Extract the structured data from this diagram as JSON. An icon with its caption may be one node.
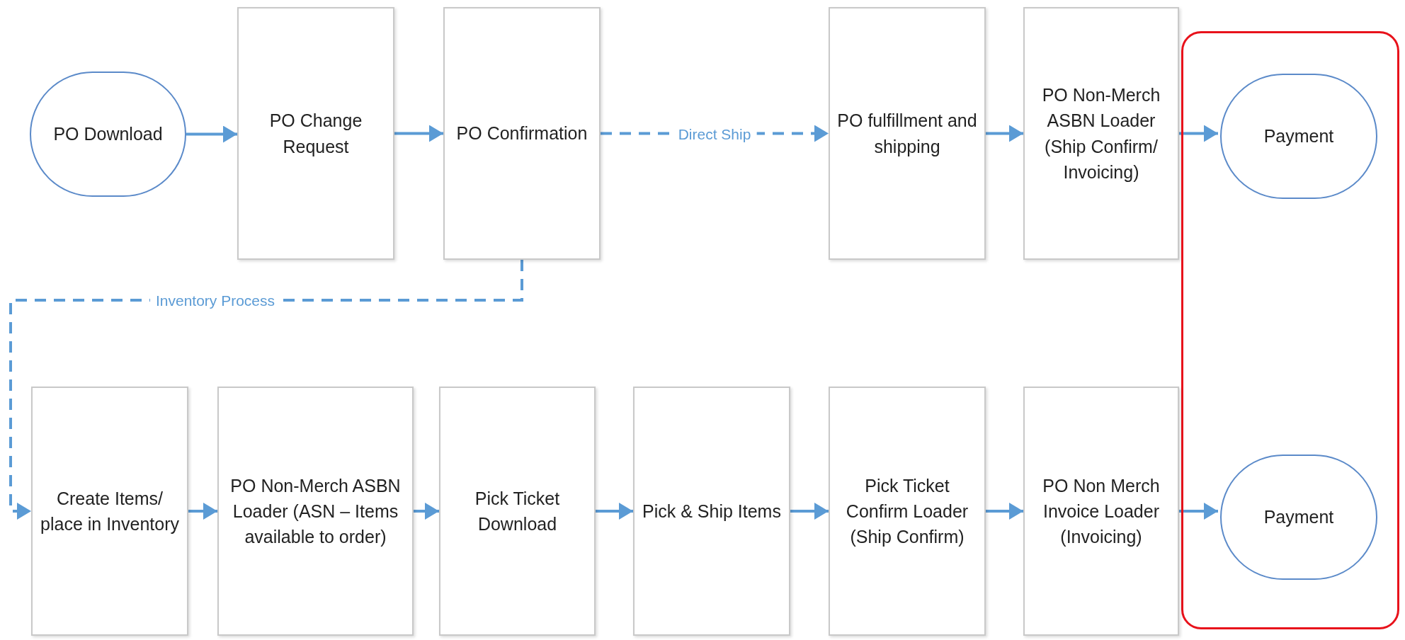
{
  "diagram": {
    "nodes": [
      {
        "text": [
          "PO Download"
        ]
      },
      {
        "text": [
          "PO Change Request"
        ]
      },
      {
        "text": [
          "PO Confirmation"
        ]
      },
      {
        "text": [
          "PO fulfillment and shipping"
        ]
      },
      {
        "text": [
          "PO Non-Merch ASBN Loader (Ship Confirm/ Invoicing)"
        ]
      },
      {
        "text": [],
        "shape": "box"
      },
      {
        "text": [
          "Payment"
        ],
        "in": 5
      },
      {
        "text": [
          "Create Items/ place in Inventory"
        ]
      },
      {
        "text": [
          "PO Non-Merch ASBN Loader (ASN – Items available to order)"
        ]
      },
      {
        "text": [
          "Pick Ticket Download"
        ]
      },
      {
        "text": [
          "Pick & Ship Items"
        ]
      },
      {
        "text": [
          "Pick Ticket Confirm Loader (Ship Confirm)"
        ]
      },
      {
        "text": [
          "PO Non Merch Invoice Loader (Invoicing)"
        ]
      },
      {
        "text": [
          "Payment"
        ],
        "in": 5
      }
    ],
    "edges": [
      {
        "from": 0,
        "to": 1,
        "arrow": "to"
      },
      {
        "from": 1,
        "to": 2,
        "arrow": "to"
      },
      {
        "from": 2,
        "to": 3,
        "arrow": "to",
        "label": "Direct Ship",
        "style": "dashed"
      },
      {
        "from": 3,
        "to": 4,
        "arrow": "to"
      },
      {
        "from": 4,
        "to": 6,
        "arrow": "to"
      },
      {
        "from": 2,
        "to": 7,
        "arrow": "to",
        "label": "Inventory Process",
        "style": "dashed"
      },
      {
        "from": 7,
        "to": 8,
        "arrow": "to"
      },
      {
        "from": 8,
        "to": 9,
        "arrow": "to"
      },
      {
        "from": 9,
        "to": 10,
        "arrow": "to"
      },
      {
        "from": 10,
        "to": 11,
        "arrow": "to"
      },
      {
        "from": 11,
        "to": 12,
        "arrow": "to"
      },
      {
        "from": 12,
        "to": 13,
        "arrow": "to"
      }
    ]
  }
}
